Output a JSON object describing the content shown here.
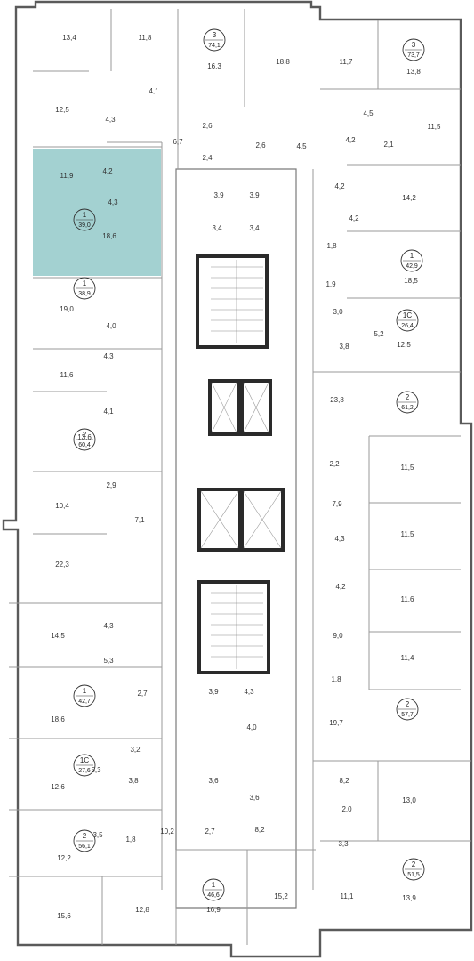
{
  "highlight_color": "#9ecfcf",
  "apartments": [
    {
      "name": "apt-3-top-left",
      "rooms": "3",
      "area": "74,1"
    },
    {
      "name": "apt-3-top-right",
      "rooms": "3",
      "area": "73,7"
    },
    {
      "name": "apt-1-selected",
      "rooms": "1",
      "area": "39,0"
    },
    {
      "name": "apt-1-right-42-9",
      "rooms": "1",
      "area": "42,9"
    },
    {
      "name": "apt-1-left-38-9",
      "rooms": "1",
      "area": "38,9"
    },
    {
      "name": "apt-1c-right-26-4",
      "rooms": "1С",
      "area": "26,4"
    },
    {
      "name": "apt-2-right-61-2",
      "rooms": "2",
      "area": "61,2"
    },
    {
      "name": "apt-2-left-60-4",
      "rooms": "2",
      "area": "60,4"
    },
    {
      "name": "apt-1-left-42-7",
      "rooms": "1",
      "area": "42,7"
    },
    {
      "name": "apt-2-right-57-7",
      "rooms": "2",
      "area": "57,7"
    },
    {
      "name": "apt-1c-left-27-6",
      "rooms": "1С",
      "area": "27,6"
    },
    {
      "name": "apt-2-left-56-1",
      "rooms": "2",
      "area": "56,1"
    },
    {
      "name": "apt-2-right-51-5",
      "rooms": "2",
      "area": "51,5"
    },
    {
      "name": "apt-1-bottom-46-6",
      "rooms": "1",
      "area": "46,6"
    }
  ],
  "room_labels": [
    "13,4",
    "11,8",
    "16,3",
    "18,8",
    "11,7",
    "13,8",
    "4,1",
    "12,5",
    "4,3",
    "6,7",
    "2,6",
    "2,6",
    "4,5",
    "4,5",
    "4,2",
    "2,1",
    "11,5",
    "2,4",
    "11,9",
    "4,2",
    "4,3",
    "18,6",
    "3,9",
    "3,9",
    "3,4",
    "3,4",
    "4,2",
    "14,2",
    "4,2",
    "1,8",
    "18,5",
    "1,9",
    "19,0",
    "3,0",
    "5,2",
    "12,5",
    "4,0",
    "3,8",
    "11,6",
    "4,3",
    "23,8",
    "4,1",
    "13,6",
    "2,2",
    "11,5",
    "2,9",
    "10,4",
    "7,9",
    "7,1",
    "11,5",
    "4,3",
    "22,3",
    "4,2",
    "11,6",
    "14,5",
    "4,3",
    "9,0",
    "5,3",
    "11,4",
    "1,8",
    "18,6",
    "2,7",
    "3,9",
    "4,3",
    "19,7",
    "4,0",
    "3,2",
    "5,3",
    "3,8",
    "3,6",
    "8,2",
    "12,6",
    "3,6",
    "2,0",
    "13,0",
    "3,5",
    "1,8",
    "10,2",
    "2,7",
    "8,2",
    "3,3",
    "12,2",
    "15,6",
    "12,8",
    "16,9",
    "15,2",
    "11,1",
    "13,9"
  ]
}
